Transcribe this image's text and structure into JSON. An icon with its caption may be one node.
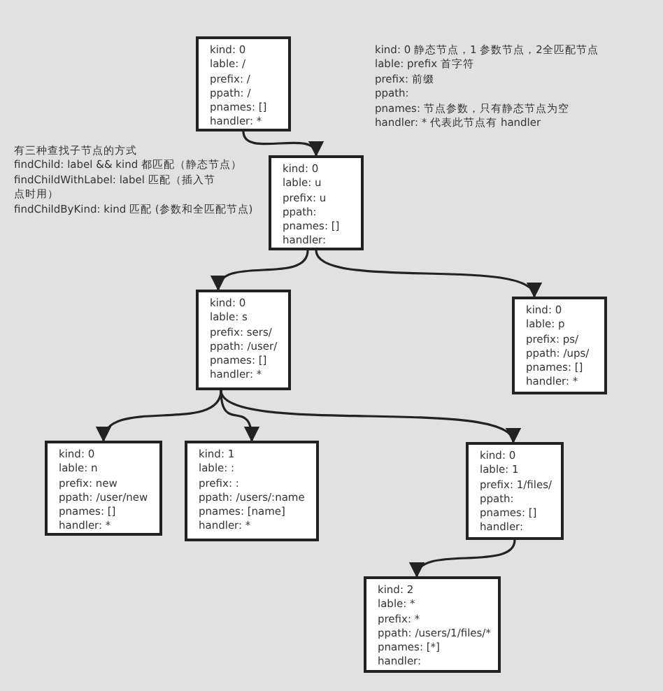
{
  "diagram": {
    "nodes": [
      {
        "text": [
          "kind: 0",
          "lable: /",
          "prefix: /",
          "ppath: /",
          "pnames: []",
          "handler: *"
        ]
      },
      {
        "text": [
          "kind: 0",
          "lable: u",
          "prefix: u",
          "ppath:",
          "pnames: []",
          "handler:"
        ]
      },
      {
        "text": [
          "kind: 0",
          "lable: s",
          "prefix: sers/",
          "ppath: /user/",
          "pnames: []",
          "handler: *"
        ]
      },
      {
        "text": [
          "kind: 0",
          "lable: p",
          "prefix: ps/",
          "ppath: /ups/",
          "pnames: []",
          "handler: *"
        ]
      },
      {
        "text": [
          "kind: 0",
          "lable: n",
          "prefix: new",
          "ppath: /user/new",
          "pnames: []",
          "handler: *"
        ]
      },
      {
        "text": [
          "kind: 1",
          "lable: :",
          "prefix: :",
          "ppath: /users/:name",
          "pnames: [name]",
          "handler: *"
        ]
      },
      {
        "text": [
          "kind: 0",
          "lable: 1",
          "prefix: 1/files/",
          "ppath:",
          "pnames: []",
          "handler:"
        ]
      },
      {
        "text": [
          "kind: 2",
          "lable: *",
          "prefix: *",
          "ppath: /users/1/files/*",
          "pnames: [*]",
          "handler:"
        ]
      }
    ],
    "edges": [
      {
        "from": 0,
        "to": 1,
        "arrow": "to"
      },
      {
        "from": 1,
        "to": 2,
        "arrow": "to"
      },
      {
        "from": 1,
        "to": 3,
        "arrow": "to"
      },
      {
        "from": 2,
        "to": 4,
        "arrow": "to"
      },
      {
        "from": 2,
        "to": 5,
        "arrow": "to"
      },
      {
        "from": 2,
        "to": 6,
        "arrow": "to"
      },
      {
        "from": 6,
        "to": 7,
        "arrow": "to"
      }
    ],
    "labels": [
      "kind: 0 静态节点，1 参数节点，2全匹配节点",
      "lable: prefix 首字符",
      "prefix: 前缀",
      "ppath:",
      "pnames: 节点参数，只有静态节点为空",
      "handler: * 代表此节点有 handler",
      "有三种查找子节点的方式",
      "findChild: label && kind 都匹配（静态节点）",
      "findChildWithLabel: label 匹配（插入节点时用）",
      "findChildByKind: kind 匹配 (参数和全匹配节点)"
    ]
  }
}
